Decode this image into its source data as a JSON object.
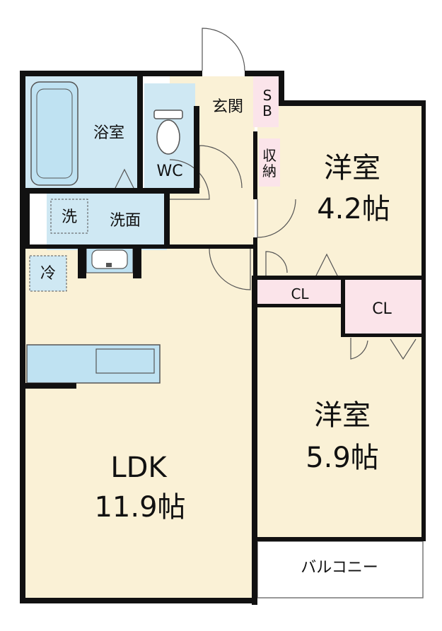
{
  "rooms": {
    "ldk": {
      "name": "LDK",
      "size": "11.9帖"
    },
    "western_north": {
      "name": "洋室",
      "size": "4.2帖"
    },
    "western_south": {
      "name": "洋室",
      "size": "5.9帖"
    },
    "bath": {
      "name": "浴室"
    },
    "wc": {
      "name": "WC"
    },
    "washroom": {
      "name": "洗面"
    },
    "washer": {
      "name": "洗"
    },
    "fridge": {
      "name": "冷"
    },
    "entrance": {
      "name": "玄関"
    },
    "shoe_box": {
      "line1": "S",
      "line2": "B"
    },
    "storage": {
      "line1": "収",
      "line2": "納"
    },
    "closet_a": {
      "name": "CL"
    },
    "closet_b": {
      "name": "CL"
    },
    "balcony": {
      "name": "バルコニー"
    }
  },
  "colors": {
    "wall": "#111111",
    "floor": "#faf1d6",
    "wet": "#cfe8f3",
    "fixture": "#bfe2f2",
    "storage": "#fbe4ea",
    "line": "#555555"
  }
}
